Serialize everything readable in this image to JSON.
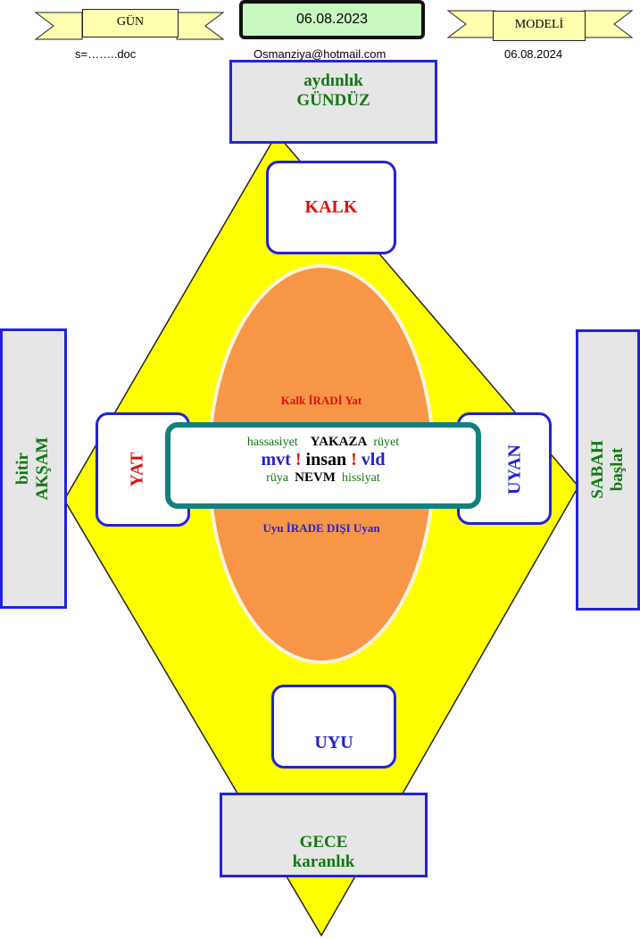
{
  "header": {
    "left_banner": "GÜN",
    "date_top": "06.08.2023",
    "right_banner": "MODELİ",
    "file_label": "s=……..doc",
    "email": "Osmanziya@hotmail.com",
    "date_right": "06.08.2024"
  },
  "diagram": {
    "top_box": {
      "line1": "aydınlık",
      "line2": "GÜNDÜZ"
    },
    "bottom_box": {
      "line1": "GECE",
      "line2": "karanlık"
    },
    "left_box": {
      "line1": "bitir",
      "line2": "AKŞAM"
    },
    "right_box": {
      "line1": "SABAH",
      "line2": "başlat"
    },
    "kalk": "KALK",
    "uyu": "UYU",
    "yat": "YAT",
    "uyan": "UYAN",
    "oval_top": "Kalk İRADİ Yat",
    "oval_bottom": "Uyu İRADE DIŞI Uyan",
    "center": {
      "row1_left": "hassasiyet",
      "row1_mid": "YAKAZA",
      "row1_right": "rüyet",
      "row2_left": "mvt",
      "row2_excl": "!",
      "row2_mid": "insan",
      "row2_right": "vld",
      "row3_left": "rüya",
      "row3_mid": "NEVM",
      "row3_right": "hissiyat"
    }
  },
  "colors": {
    "diamond": "#ffff00",
    "oval": "#f79646",
    "box_border": "#2222dd",
    "red_text": "#dd1111",
    "green_text": "#117711",
    "blue_text": "#2222cc"
  }
}
